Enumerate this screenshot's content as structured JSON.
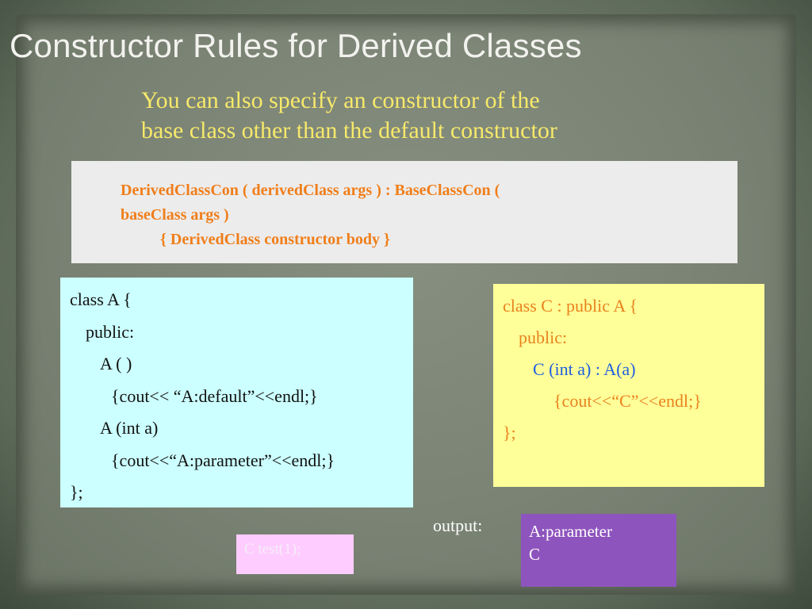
{
  "slide": {
    "title": "Constructor Rules for Derived Classes",
    "subtitle": {
      "line1": "You can also specify an constructor of the",
      "line2": "base class other than the default constructor"
    },
    "syntax": {
      "line1": "DerivedClassCon ( derivedClass args ) : BaseClassCon (",
      "line2": "baseClass args )",
      "line3": "{  DerivedClass constructor body   }"
    },
    "class_a": {
      "lines": [
        "class A {",
        "public:",
        "A ( )",
        "{cout<< “A:default”<<endl;}",
        "A (int a)",
        "{cout<<“A:parameter”<<endl;}",
        "};"
      ]
    },
    "class_c": {
      "lines": [
        "class C : public A {",
        "public:",
        "C (int a) : A(a)",
        "{cout<<“C”<<endl;}",
        "};"
      ]
    },
    "test_call": "C test(1);",
    "output": {
      "label": "output:",
      "lines": [
        "A:parameter",
        "C"
      ]
    }
  },
  "colors": {
    "title": "#f2f2ee",
    "subtitle": "#f7e96b",
    "syntax_text": "#f07e1a",
    "class_a_bg": "#ccffff",
    "class_c_bg": "#ffff99",
    "class_c_text": "#e8821e",
    "class_c_highlight": "#1f5fe0",
    "output_bg": "#8e54bd",
    "test_bg": "#ffccff"
  }
}
